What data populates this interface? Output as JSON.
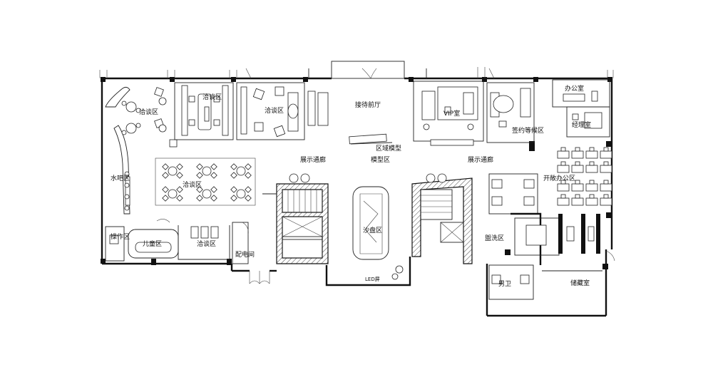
{
  "rooms": {
    "negotiation_left": "洽谈区",
    "negotiation_mid1": "洽谈区",
    "negotiation_mid2": "洽谈区",
    "negotiation_center": "洽谈区",
    "negotiation_bottom": "洽谈区",
    "reception": "接待前厅",
    "vip": "VIP室",
    "office": "办公室",
    "manager": "经理室",
    "tea_waiting": "签约等候区",
    "open_office": "开敞办公区",
    "water_bar": "水吧区",
    "gallery_left": "展示通廊",
    "gallery_right": "展示通廊",
    "regional_model": "区域模型",
    "model_area": "模型区",
    "sand_table": "沙盘区",
    "children": "儿童区",
    "operation": "操作区",
    "power_room": "配电间",
    "washing": "盥洗区",
    "male_wc": "男卫",
    "storage": "储藏室",
    "led": "LED屏"
  }
}
